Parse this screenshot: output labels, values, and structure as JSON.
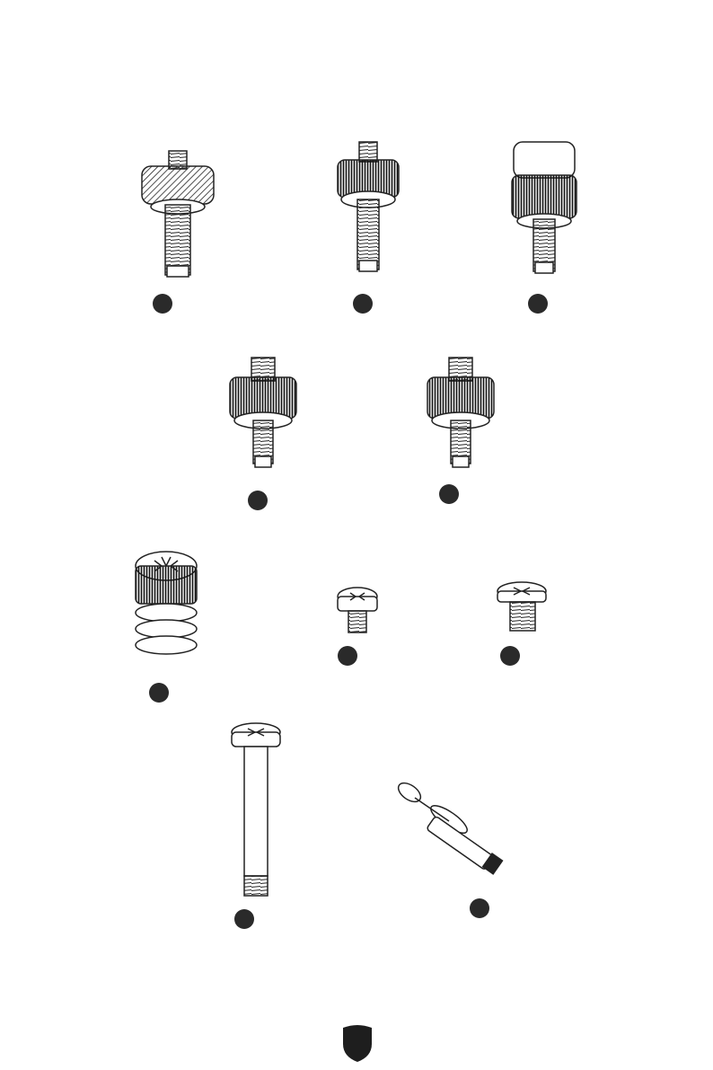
{
  "page": {
    "background": "#ffffff",
    "ink": "#222222",
    "marker_color": "#2a2a2a"
  },
  "parts": [
    {
      "id": "thumbscrew-knurled",
      "marker_label": ""
    },
    {
      "id": "thumbscrew-ribbed-a",
      "marker_label": ""
    },
    {
      "id": "thumbscrew-tall-cap",
      "marker_label": ""
    },
    {
      "id": "standoff-screw-a",
      "marker_label": ""
    },
    {
      "id": "standoff-screw-b",
      "marker_label": ""
    },
    {
      "id": "rubber-grommet-screw",
      "marker_label": ""
    },
    {
      "id": "small-phillips-screw",
      "marker_label": ""
    },
    {
      "id": "flat-phillips-screw",
      "marker_label": ""
    },
    {
      "id": "long-shaft-screw",
      "marker_label": ""
    },
    {
      "id": "thermal-paste-syringe",
      "marker_label": ""
    }
  ],
  "footer": {
    "logo_icon": "shield-logo-icon"
  }
}
